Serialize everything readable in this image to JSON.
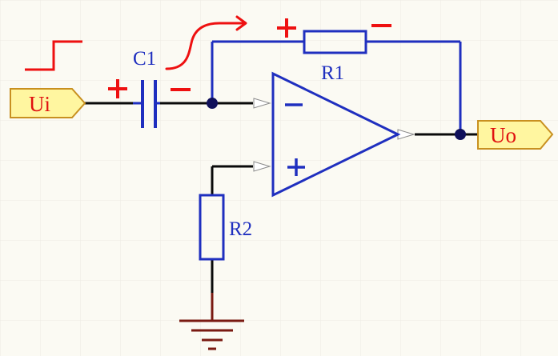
{
  "schematic": {
    "ports": {
      "input": "Ui",
      "output": "Uo"
    },
    "components": {
      "capacitor": "C1",
      "feedback_resistor": "R1",
      "ground_resistor": "R2"
    },
    "polarity": {
      "c1_plus": "+",
      "c1_minus": "−",
      "r1_plus": "+",
      "r1_minus": "−",
      "opamp_inverting": "−",
      "opamp_noninverting": "+"
    },
    "colors": {
      "background": "#fbfaf3",
      "grid": "#ecebe3",
      "wire": "#0a0a0a",
      "component": "#1f2fbf",
      "annotation": "#ee1010",
      "port_fill": "#fff6a0",
      "port_stroke": "#c89020",
      "ground": "#7a1a12",
      "junction": "#10105a"
    }
  }
}
